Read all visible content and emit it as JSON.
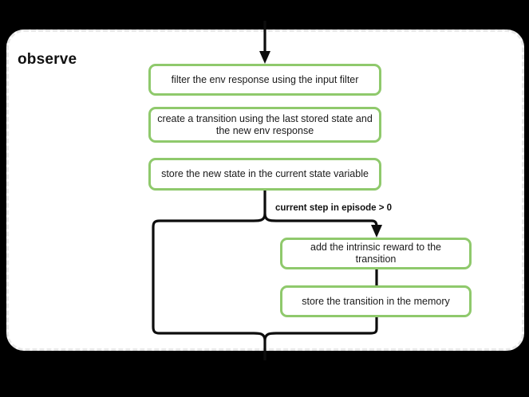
{
  "diagram": {
    "type": "flowchart",
    "title": "observe",
    "background_color": "#000000",
    "container": {
      "label": "observe",
      "fill": "#ffffff",
      "border_color": "#e8e8e8",
      "border_style": "dashed"
    },
    "node_style": {
      "border_color": "#8fc96c",
      "fill": "#ffffff",
      "text_color": "#1a1a1a"
    },
    "connector_color": "#0d0d0d",
    "nodes": [
      {
        "id": "filter",
        "label": "filter the env response using the input filter"
      },
      {
        "id": "create",
        "label": "create a transition using the last stored state and the new env response"
      },
      {
        "id": "store_state",
        "label": "store the new state in the current state variable"
      },
      {
        "id": "intrinsic",
        "label": "add the intrinsic reward to the transition"
      },
      {
        "id": "store_trans",
        "label": "store the transition in the memory"
      }
    ],
    "edges": [
      {
        "from": "entry",
        "to": "filter",
        "label": ""
      },
      {
        "from": "store_state",
        "to": "intrinsic",
        "label": "current step in episode > 0"
      },
      {
        "from": "store_state",
        "to": "merge",
        "label": ""
      },
      {
        "from": "store_trans",
        "to": "merge",
        "label": ""
      },
      {
        "from": "merge",
        "to": "exit",
        "label": ""
      }
    ],
    "edge_labels": {
      "condition": "current step in episode > 0"
    }
  }
}
